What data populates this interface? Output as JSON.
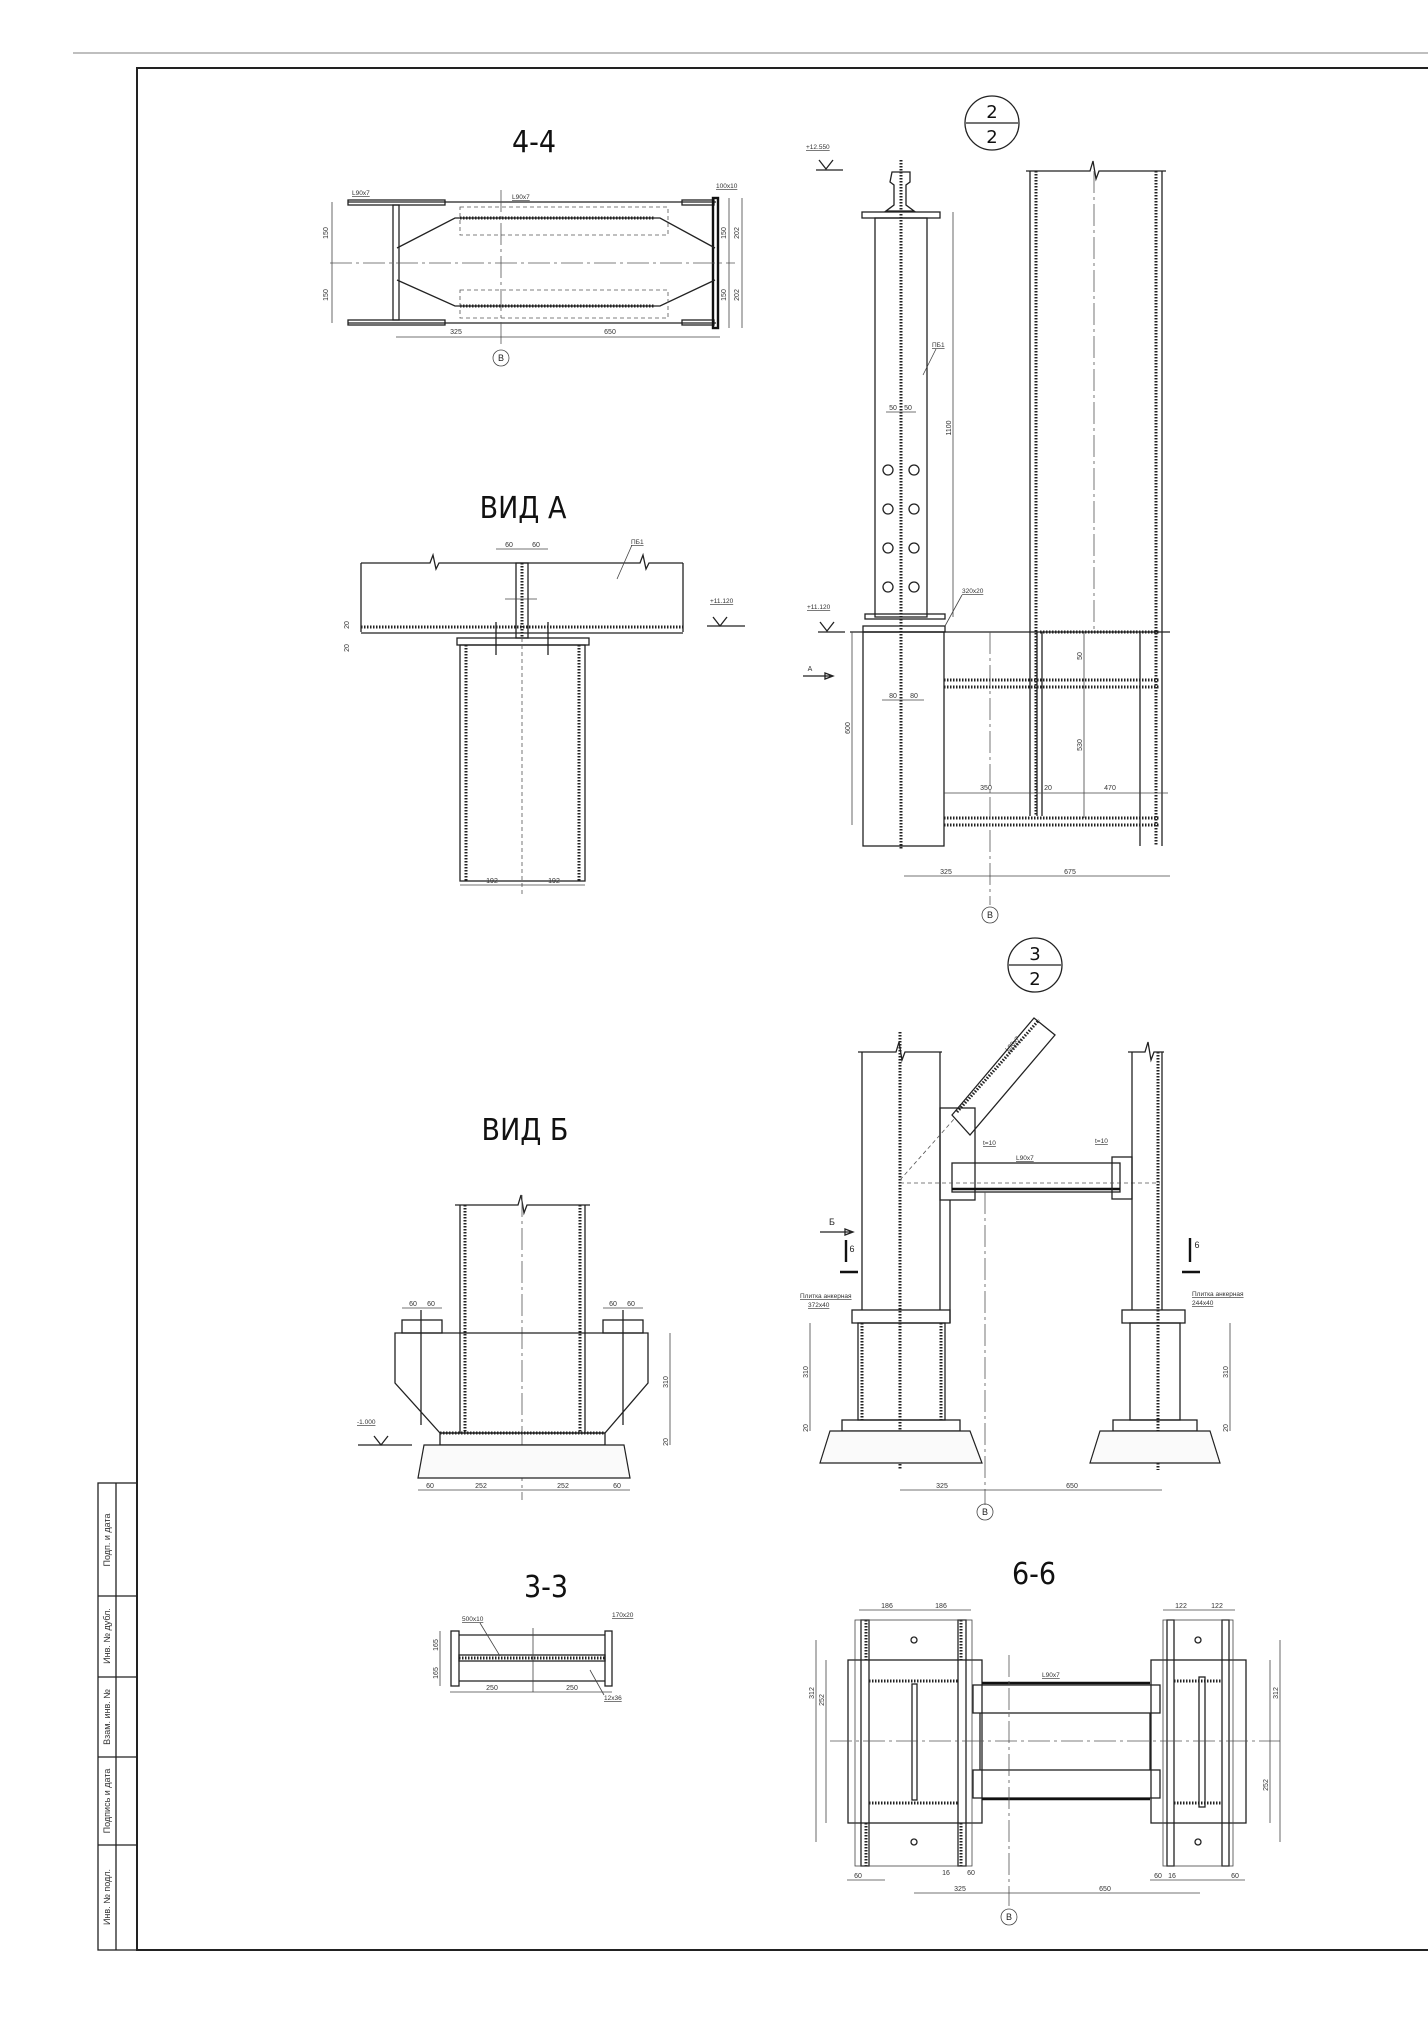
{
  "title_block": {
    "cells": [
      "Инв. № подл.",
      "Подпись и дата",
      "Взам. инв. №",
      "Инв. № дубл.",
      "Подп. и дата"
    ]
  },
  "axis_label": "В",
  "section_4_4": {
    "title": "4-4",
    "labels": [
      "L90x7",
      "L90x7",
      "100x10"
    ],
    "dims": [
      "150",
      "150",
      "325",
      "650",
      "150",
      "150",
      "202",
      "202"
    ]
  },
  "view_a": {
    "title": "ВИД А",
    "labels": [
      "ПБ1",
      "+11.120"
    ],
    "dims": [
      "60",
      "60",
      "192",
      "192",
      "20",
      "20"
    ]
  },
  "node_2_2": {
    "num": "2",
    "den": "2",
    "labels": [
      "+12.550",
      "ПБ1",
      "+11.120",
      "320x20",
      "А"
    ],
    "dims": [
      "1100",
      "50",
      "50",
      "80",
      "80",
      "600",
      "50",
      "530",
      "350",
      "20",
      "470",
      "325",
      "675"
    ]
  },
  "view_b": {
    "title": "ВИД Б",
    "labels": [
      "-1.000"
    ],
    "dims": [
      "60",
      "60",
      "60",
      "60",
      "310",
      "20",
      "60",
      "252",
      "252",
      "60"
    ]
  },
  "node_3_2": {
    "num": "3",
    "den": "2",
    "labels": [
      "L90x7",
      "t=10",
      "t=10",
      "L90x7",
      "Б",
      "6",
      "6",
      "Плитка анкерная",
      "372x40",
      "Плитка анкерная",
      "244x40"
    ],
    "dims": [
      "310",
      "20",
      "310",
      "20",
      "325",
      "650"
    ]
  },
  "section_3_3": {
    "title": "3-3",
    "labels": [
      "500x10",
      "170x20",
      "12x36"
    ],
    "dims": [
      "165",
      "165",
      "250",
      "250"
    ]
  },
  "section_6_6": {
    "title": "6-6",
    "labels": [
      "L90x7"
    ],
    "dims": [
      "186",
      "186",
      "122",
      "122",
      "312",
      "312",
      "252",
      "252",
      "60",
      "60",
      "16",
      "60",
      "16",
      "60",
      "325",
      "650"
    ]
  }
}
